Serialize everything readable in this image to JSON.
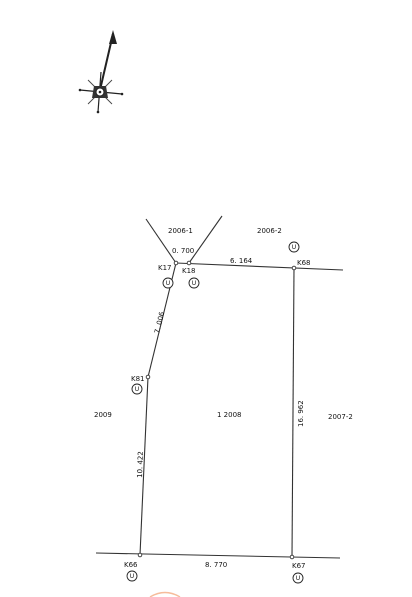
{
  "parcel_labels": {
    "n2006_1": "2006-1",
    "n2006_2": "2006-2",
    "n2009": "2009",
    "n2008": "1 2008",
    "n2007_2": "2007-2"
  },
  "point_labels": {
    "k17": "K17",
    "k18": "K18",
    "k68": "K68",
    "k81": "K81",
    "k66": "K66",
    "k67": "K67"
  },
  "dimensions": {
    "top_short": "0. 700",
    "top_right": "6. 164",
    "left_upper": "7. 006",
    "left_lower": "10. 422",
    "right": "16. 962",
    "bottom": "8. 770"
  },
  "marker_glyph": "U",
  "colors": {
    "line": "#333333",
    "text": "#111111",
    "compass": "#222222"
  },
  "icons": {
    "compass": "north-arrow-compass-icon",
    "monument": "boundary-monument-icon"
  }
}
